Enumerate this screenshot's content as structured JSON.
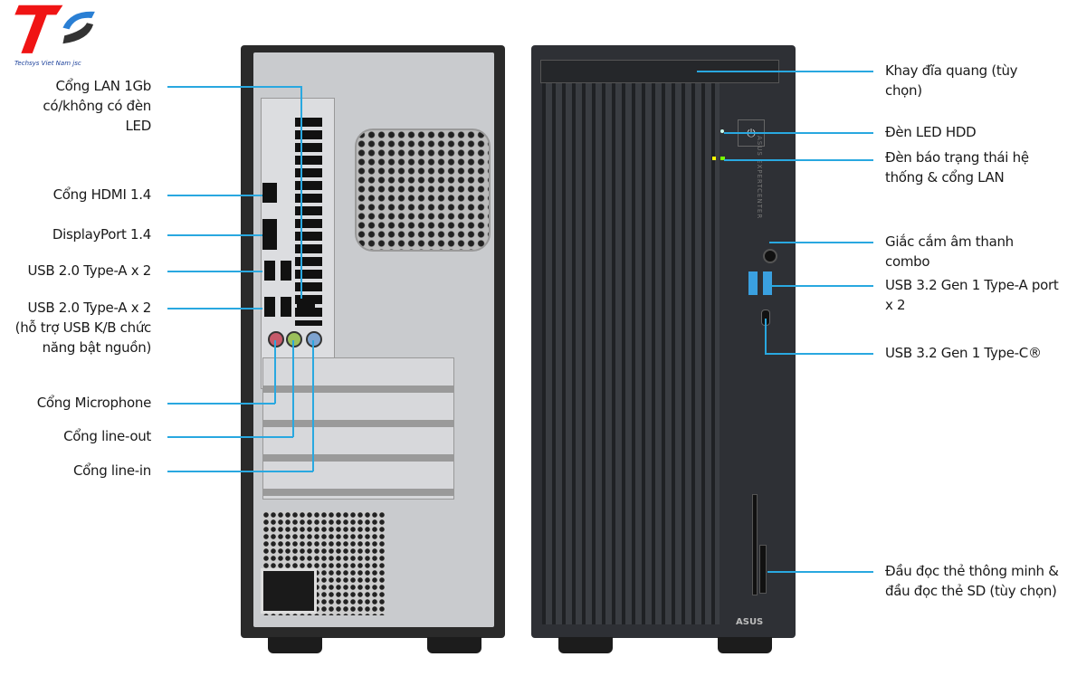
{
  "logo": {
    "text": "Techsys Viet Nam jsc"
  },
  "left_labels": [
    {
      "id": "lan",
      "text": "Cổng LAN 1Gb có/không có đèn LED"
    },
    {
      "id": "hdmi",
      "text": "Cổng HDMI 1.4"
    },
    {
      "id": "dp",
      "text": "DisplayPort 1.4"
    },
    {
      "id": "usb2",
      "text": "USB 2.0 Type-A x 2"
    },
    {
      "id": "usb2kb",
      "text": "USB 2.0 Type-A x 2 (hỗ trợ USB K/B chức năng bật nguồn)"
    },
    {
      "id": "mic",
      "text": "Cổng Microphone"
    },
    {
      "id": "lineout",
      "text": "Cổng line-out"
    },
    {
      "id": "linein",
      "text": "Cổng line-in"
    }
  ],
  "right_labels": [
    {
      "id": "odd",
      "text": "Khay đĩa quang (tùy chọn)"
    },
    {
      "id": "hddled",
      "text": "Đèn LED HDD"
    },
    {
      "id": "status",
      "text": "Đèn báo trạng thái hệ thống & cổng LAN"
    },
    {
      "id": "audio",
      "text": "Giắc cắm âm thanh combo"
    },
    {
      "id": "usb3a",
      "text": "USB 3.2 Gen 1 Type-A port x 2"
    },
    {
      "id": "usb3c",
      "text": "USB 3.2 Gen 1 Type-C®"
    },
    {
      "id": "card",
      "text": "Đầu đọc thẻ thông minh & đầu đọc thẻ SD (tùy chọn)"
    }
  ],
  "front_panel": {
    "brand": "ASUS",
    "side_text": "ASUS EXPERTCENTER"
  },
  "colors": {
    "callout": "#29a8e0",
    "front": "#2e3035",
    "back": "#c9cbce"
  }
}
